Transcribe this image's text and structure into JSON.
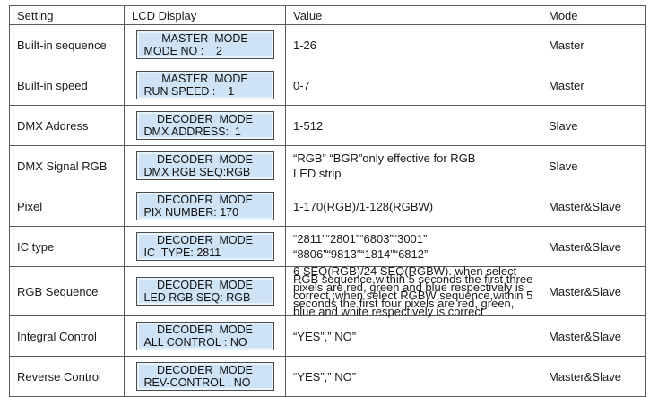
{
  "headers": {
    "setting": "Setting",
    "lcd": "LCD Display",
    "value": "Value",
    "mode": "Mode"
  },
  "rows": [
    {
      "setting": "Built-in sequence",
      "lcd1": "MASTER  MODE",
      "lcd2": "MODE NO :    2",
      "value": "1-26",
      "mode": "Master"
    },
    {
      "setting": "Built-in speed",
      "lcd1": "MASTER  MODE",
      "lcd2": "RUN SPEED :    1",
      "value": "0-7",
      "mode": "Master"
    },
    {
      "setting": "DMX Address",
      "lcd1": "DECODER  MODE",
      "lcd2": "DMX ADDRESS:  1",
      "value": "1-512",
      "mode": "Slave"
    },
    {
      "setting": "DMX Signal RGB",
      "lcd1": "DECODER  MODE",
      "lcd2": "DMX RGB SEQ:RGB",
      "value1": "“RGB” “BGR”only effective for RGB",
      "value2": "LED strip",
      "mode": "Slave"
    },
    {
      "setting": "Pixel",
      "lcd1": "DECODER  MODE",
      "lcd2": "PIX NUMBER: 170",
      "value": "1-170(RGB)/1-128(RGBW)",
      "mode": "Master&Slave"
    },
    {
      "setting": "IC type",
      "lcd1": "DECODER  MODE",
      "lcd2": "IC  TYPE: 2811",
      "value1": "“2811”“2801”“6803”“3001”",
      "value2": "“8806”“9813”“1814”“6812”",
      "mode": "Master&Slave"
    },
    {
      "setting": "RGB Sequence",
      "lcd1": "DECODER  MODE",
      "lcd2": "LED RGB SEQ: RGB",
      "value": "6 SEQ(RGB)/24 SEQ(RGBW). when select RGB sequence,within 5 seconds the first three pixels are red, green and blue respectively is correct ;when select RGBW sequence,within 5 seconds the first four pixels are  red, green, blue and white respectively is correct",
      "mode": "Master&Slave"
    },
    {
      "setting": "Integral Control",
      "lcd1": "DECODER  MODE",
      "lcd2": "ALL CONTROL : NO",
      "value": "“YES”,” NO”",
      "mode": "Master&Slave"
    },
    {
      "setting": "Reverse Control",
      "lcd1": "DECODER  MODE",
      "lcd2": "REV-CONTROL : NO",
      "value": "“YES”,” NO”",
      "mode": "Master&Slave"
    }
  ]
}
